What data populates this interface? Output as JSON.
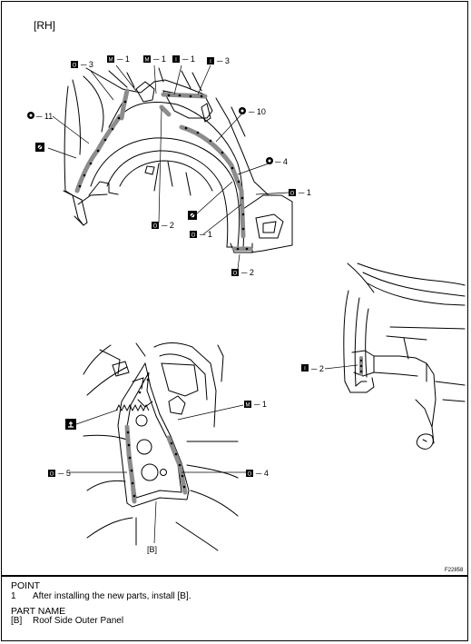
{
  "header": {
    "side_label": "[RH]"
  },
  "callouts": {
    "c_o3": "─ 3",
    "c_m1a": "─ 1",
    "c_m1b": "─ 1",
    "c_i1": "─ 1",
    "c_i3": "─ 3",
    "c_o11": "─ 11",
    "c_o10": "─ 10",
    "c_o4": "─ 4",
    "c_o1a": "─ 1",
    "c_o2a": "─ 2",
    "c_o1b": "─ 1",
    "c_o2b": "─ 2",
    "c_i2": "─ 2",
    "c_m1c": "─ 1",
    "c_o5": "─ 5",
    "c_o4b": "─ 4",
    "c_b": "[B]"
  },
  "symbols": {
    "square_o": "O",
    "square_m": "M",
    "square_i": "I"
  },
  "figure_code": "F22858",
  "notes": {
    "point_heading": "POINT",
    "point_number": "1",
    "point_text": "After installing the new parts, install [B].",
    "part_heading": "PART NAME",
    "part_code": "[B]",
    "part_text": "Roof Side Outer Panel"
  },
  "colors": {
    "line": "#000000",
    "seal_fill": "#8c8c8c",
    "background": "#ffffff"
  }
}
